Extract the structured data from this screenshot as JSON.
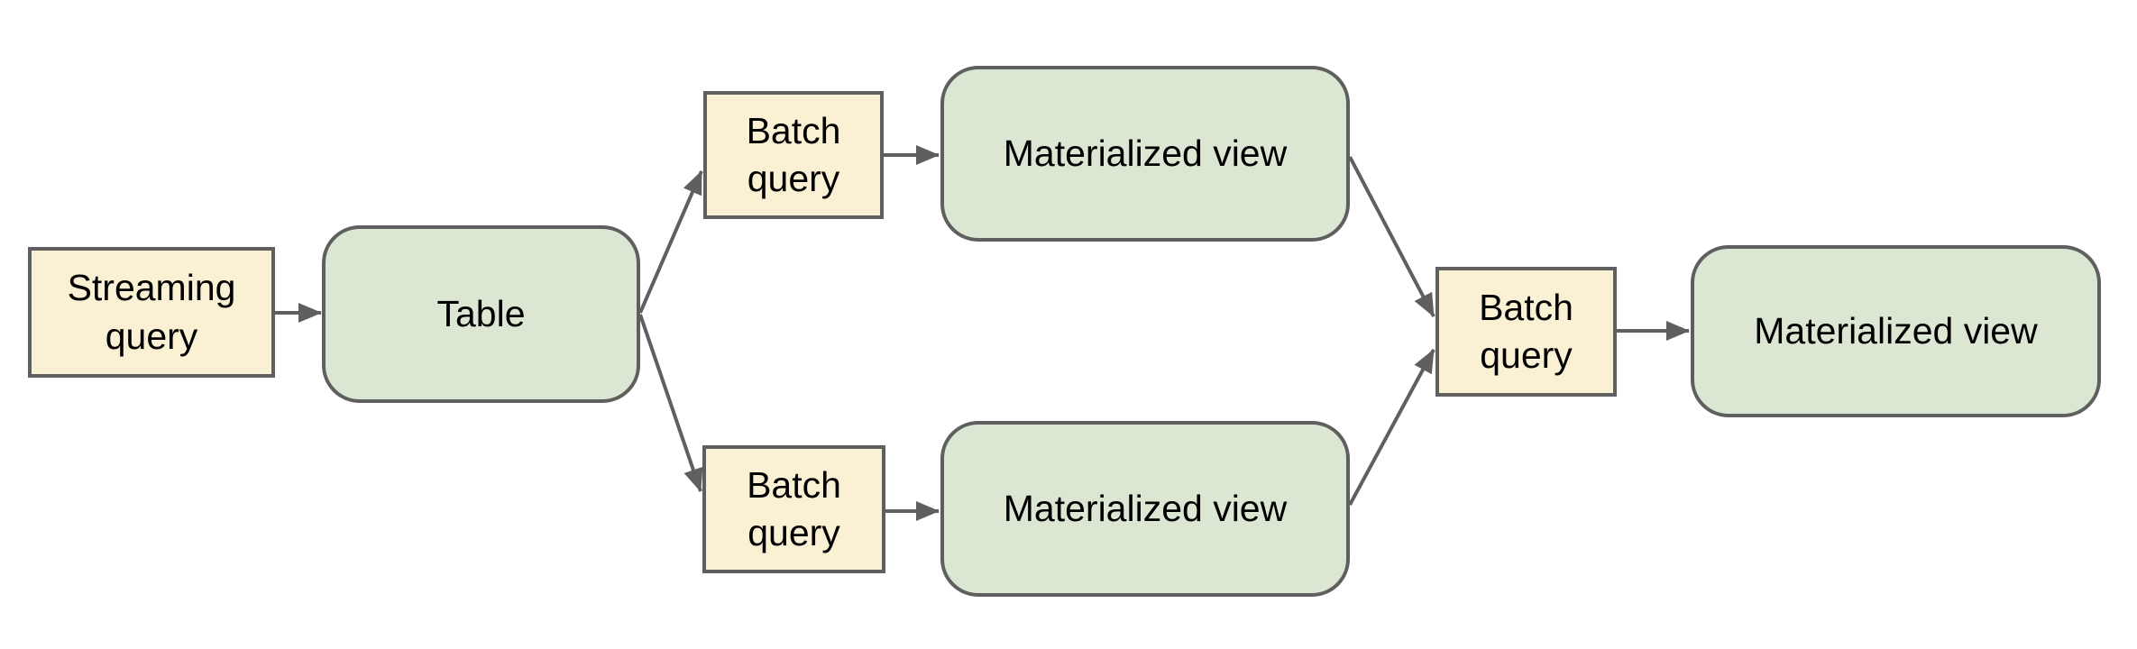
{
  "diagram": {
    "title": "",
    "colors": {
      "query_fill": "#faf1d4",
      "storage_fill": "#dbe7d3",
      "border": "#5f5f5f",
      "arrow": "#5f5f5f",
      "text": "#000000",
      "bg": "#ffffff"
    },
    "nodes": [
      {
        "id": "streaming-query",
        "label": "Streaming query",
        "kind": "query"
      },
      {
        "id": "table",
        "label": "Table",
        "kind": "storage"
      },
      {
        "id": "batch-query-top",
        "label": "Batch query",
        "kind": "query"
      },
      {
        "id": "materialized-view-top",
        "label": "Materialized view",
        "kind": "storage"
      },
      {
        "id": "batch-query-bottom",
        "label": "Batch query",
        "kind": "query"
      },
      {
        "id": "materialized-view-bottom",
        "label": "Materialized view",
        "kind": "storage"
      },
      {
        "id": "batch-query-final",
        "label": "Batch query",
        "kind": "query"
      },
      {
        "id": "materialized-view-final",
        "label": "Materialized view",
        "kind": "storage"
      }
    ],
    "edges": [
      {
        "from": "streaming-query",
        "to": "table"
      },
      {
        "from": "table",
        "to": "batch-query-top"
      },
      {
        "from": "table",
        "to": "batch-query-bottom"
      },
      {
        "from": "batch-query-top",
        "to": "materialized-view-top"
      },
      {
        "from": "batch-query-bottom",
        "to": "materialized-view-bottom"
      },
      {
        "from": "materialized-view-top",
        "to": "batch-query-final"
      },
      {
        "from": "materialized-view-bottom",
        "to": "batch-query-final"
      },
      {
        "from": "batch-query-final",
        "to": "materialized-view-final"
      }
    ]
  }
}
